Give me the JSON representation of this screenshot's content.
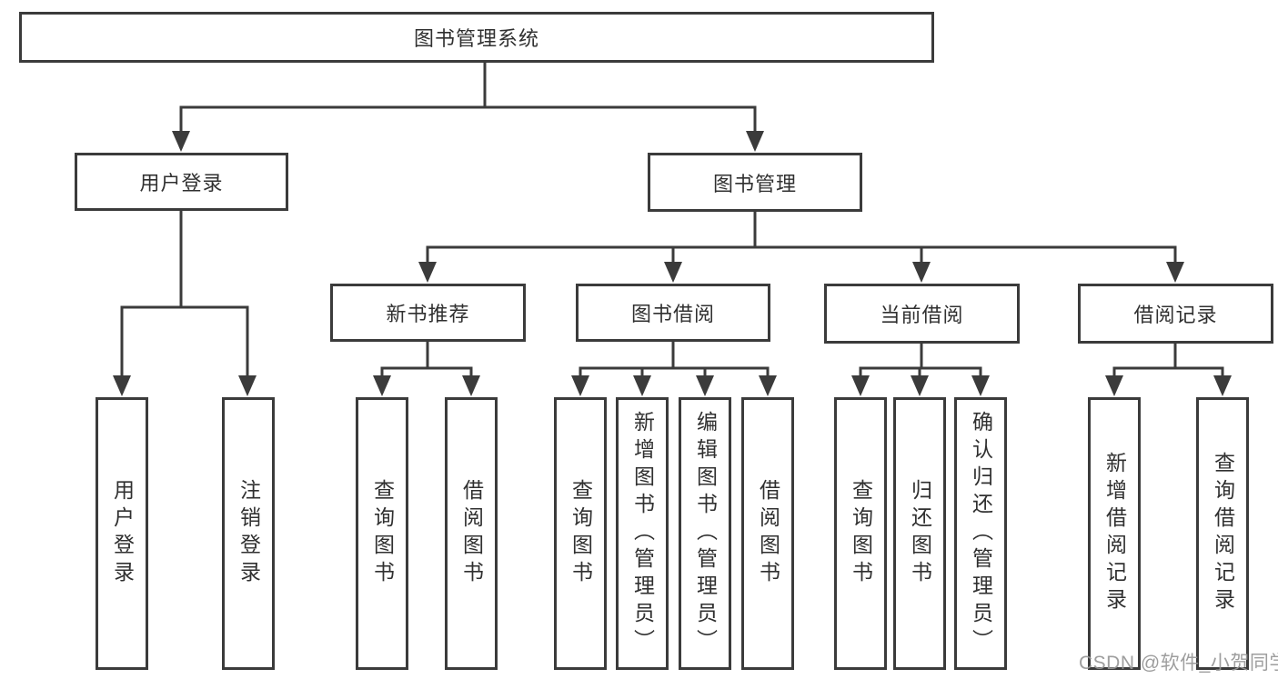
{
  "diagram": {
    "type": "hierarchy",
    "tree": {
      "label": "图书管理系统",
      "children": [
        {
          "label": "用户登录",
          "children": [
            {
              "label": "用户登录"
            },
            {
              "label": "注销登录"
            }
          ]
        },
        {
          "label": "图书管理",
          "children": [
            {
              "label": "新书推荐",
              "children": [
                {
                  "label": "查询图书"
                },
                {
                  "label": "借阅图书"
                }
              ]
            },
            {
              "label": "图书借阅",
              "children": [
                {
                  "label": "查询图书"
                },
                {
                  "label": "新增图书（管理员）"
                },
                {
                  "label": "编辑图书（管理员）"
                },
                {
                  "label": "借阅图书"
                }
              ]
            },
            {
              "label": "当前借阅",
              "children": [
                {
                  "label": "查询图书"
                },
                {
                  "label": "归还图书"
                },
                {
                  "label": "确认归还（管理员）"
                }
              ]
            },
            {
              "label": "借阅记录",
              "children": [
                {
                  "label": "新增借阅记录"
                },
                {
                  "label": "查询借阅记录"
                }
              ]
            }
          ]
        }
      ]
    },
    "watermark": "CSDN @软件_小贺同学",
    "colors": {
      "line": "#3b3b3b",
      "box_border": "#3b3b3b",
      "box_background": "#ffffff",
      "text": "#303030",
      "watermark": "#969696",
      "page_background": "#ffffff"
    }
  }
}
